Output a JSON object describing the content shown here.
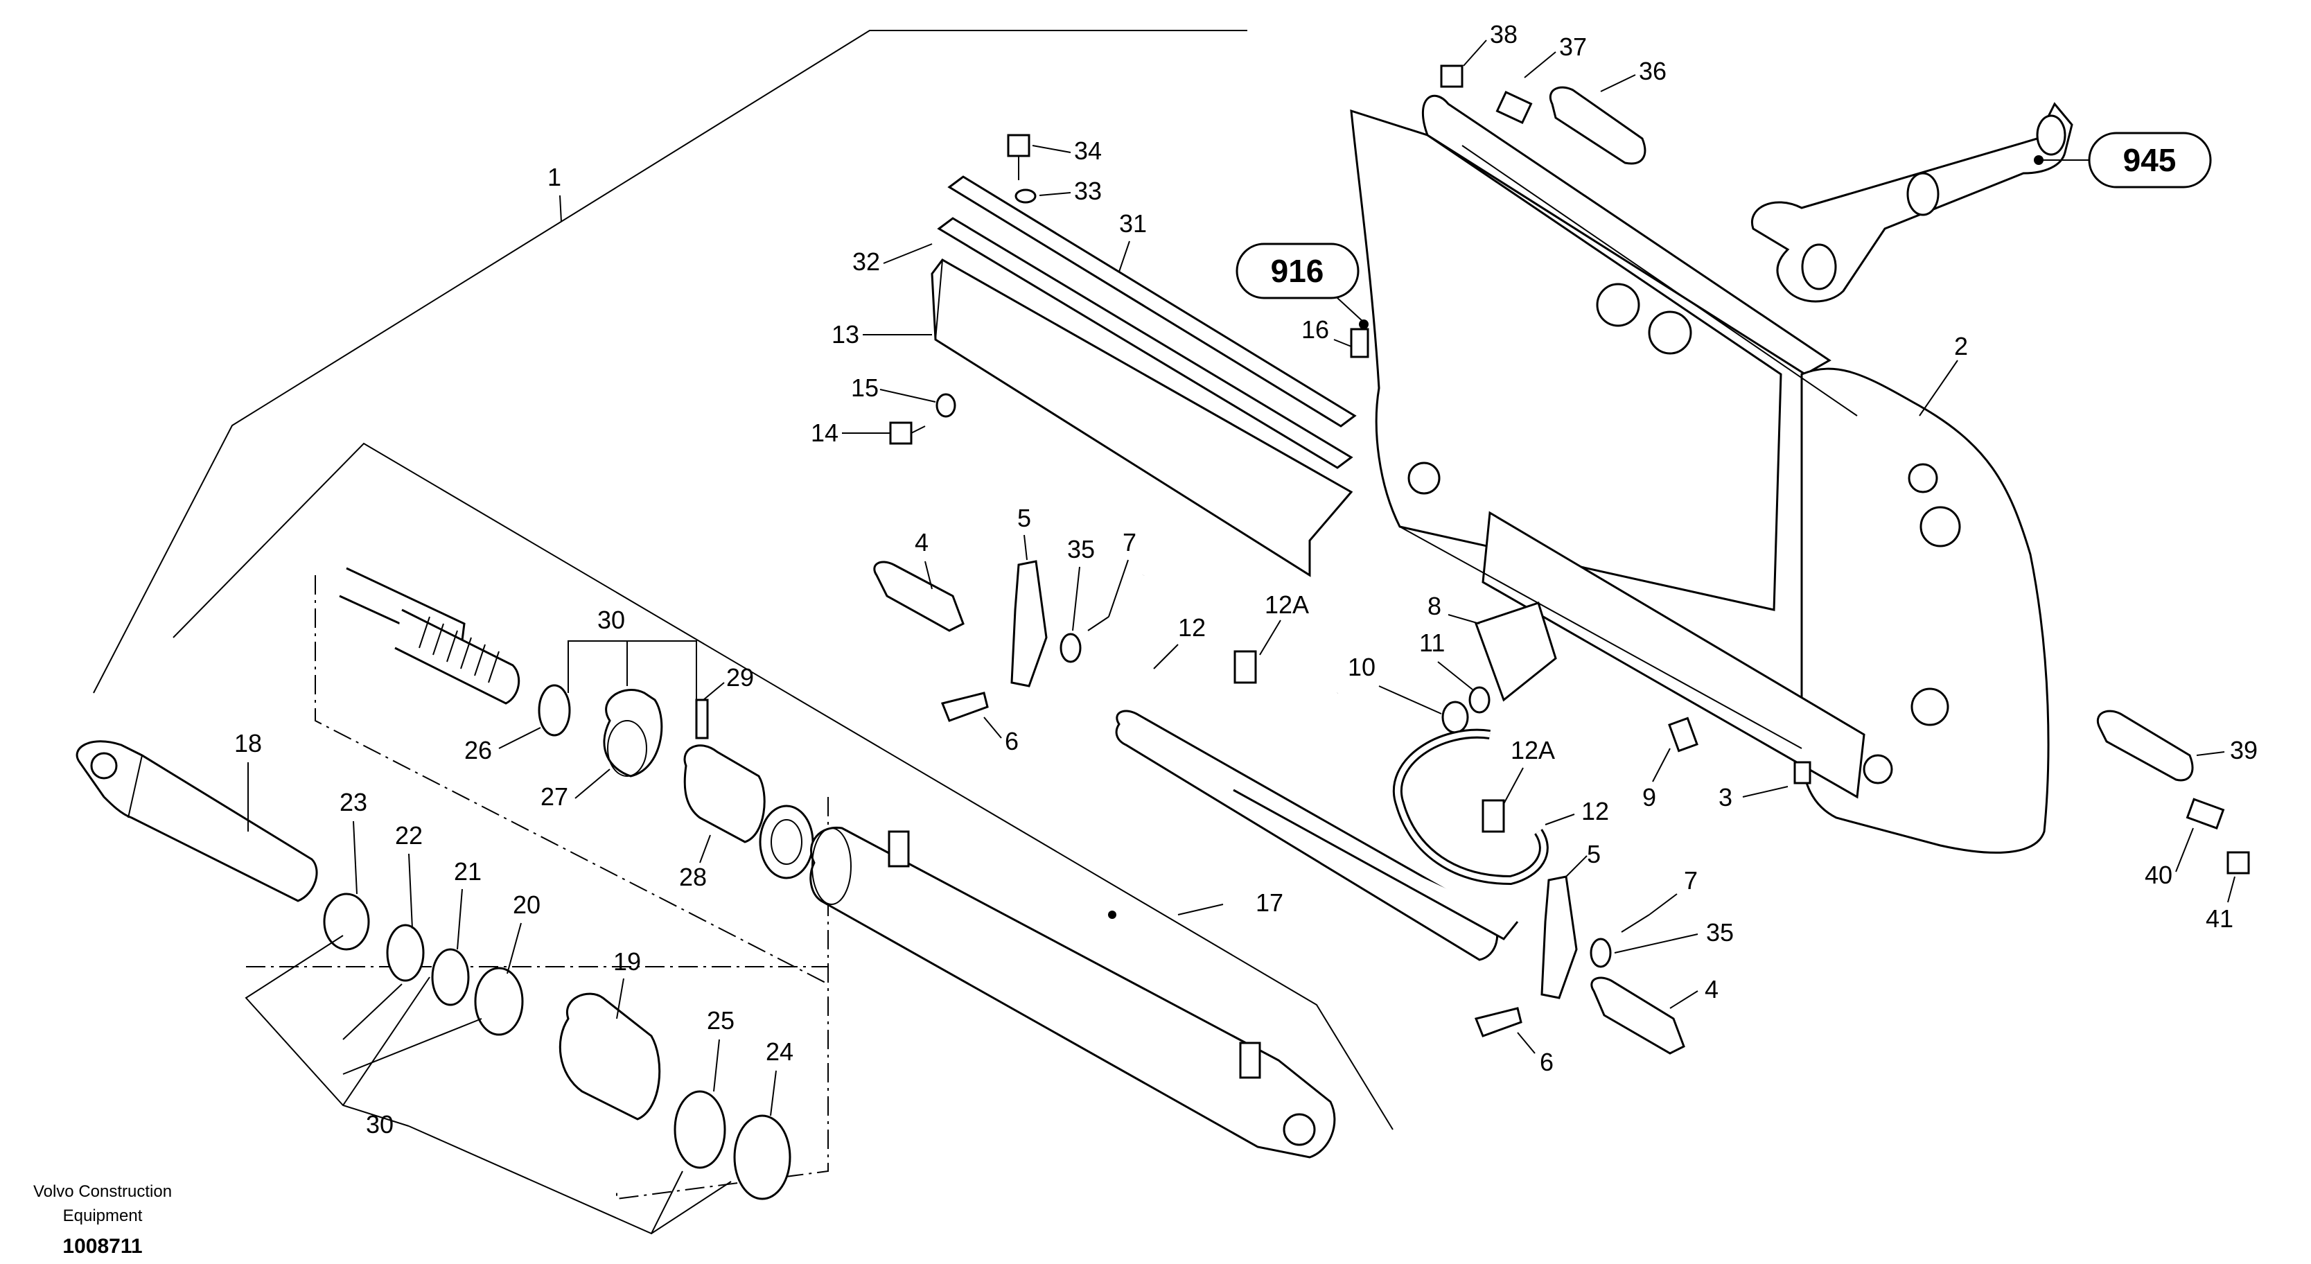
{
  "footer": {
    "company_line1": "Volvo Construction",
    "company_line2": "Equipment",
    "drawing_number": "1008711"
  },
  "references": [
    {
      "id": "ref-916",
      "label": "916"
    },
    {
      "id": "ref-945",
      "label": "945"
    }
  ],
  "callouts": [
    {
      "key": "c1",
      "label": "1"
    },
    {
      "key": "c2",
      "label": "2"
    },
    {
      "key": "c3",
      "label": "3"
    },
    {
      "key": "c4a",
      "label": "4"
    },
    {
      "key": "c4b",
      "label": "4"
    },
    {
      "key": "c5a",
      "label": "5"
    },
    {
      "key": "c5b",
      "label": "5"
    },
    {
      "key": "c6a",
      "label": "6"
    },
    {
      "key": "c6b",
      "label": "6"
    },
    {
      "key": "c7a",
      "label": "7"
    },
    {
      "key": "c7b",
      "label": "7"
    },
    {
      "key": "c8",
      "label": "8"
    },
    {
      "key": "c9",
      "label": "9"
    },
    {
      "key": "c10",
      "label": "10"
    },
    {
      "key": "c11",
      "label": "11"
    },
    {
      "key": "c12a",
      "label": "12"
    },
    {
      "key": "c12b",
      "label": "12"
    },
    {
      "key": "c12Aa",
      "label": "12A"
    },
    {
      "key": "c12Ab",
      "label": "12A"
    },
    {
      "key": "c13",
      "label": "13"
    },
    {
      "key": "c14",
      "label": "14"
    },
    {
      "key": "c15",
      "label": "15"
    },
    {
      "key": "c16",
      "label": "16"
    },
    {
      "key": "c17",
      "label": "17"
    },
    {
      "key": "c18",
      "label": "18"
    },
    {
      "key": "c19",
      "label": "19"
    },
    {
      "key": "c20",
      "label": "20"
    },
    {
      "key": "c21",
      "label": "21"
    },
    {
      "key": "c22",
      "label": "22"
    },
    {
      "key": "c23",
      "label": "23"
    },
    {
      "key": "c24",
      "label": "24"
    },
    {
      "key": "c25",
      "label": "25"
    },
    {
      "key": "c26",
      "label": "26"
    },
    {
      "key": "c27",
      "label": "27"
    },
    {
      "key": "c28",
      "label": "28"
    },
    {
      "key": "c29",
      "label": "29"
    },
    {
      "key": "c30a",
      "label": "30"
    },
    {
      "key": "c30b",
      "label": "30"
    },
    {
      "key": "c31",
      "label": "31"
    },
    {
      "key": "c32",
      "label": "32"
    },
    {
      "key": "c33",
      "label": "33"
    },
    {
      "key": "c34",
      "label": "34"
    },
    {
      "key": "c35a",
      "label": "35"
    },
    {
      "key": "c35b",
      "label": "35"
    },
    {
      "key": "c36",
      "label": "36"
    },
    {
      "key": "c37",
      "label": "37"
    },
    {
      "key": "c38",
      "label": "38"
    },
    {
      "key": "c39",
      "label": "39"
    },
    {
      "key": "c40",
      "label": "40"
    },
    {
      "key": "c41",
      "label": "41"
    }
  ]
}
